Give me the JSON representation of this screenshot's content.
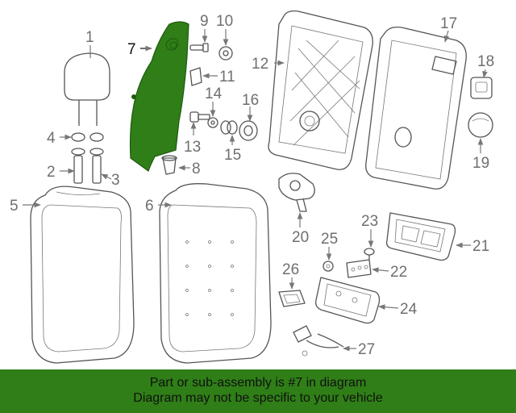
{
  "labels": {
    "n1": "1",
    "n2": "2",
    "n3": "3",
    "n4": "4",
    "n5": "5",
    "n6": "6",
    "n7": "7",
    "n8": "8",
    "n9": "9",
    "n10": "10",
    "n11": "11",
    "n12": "12",
    "n13": "13",
    "n14": "14",
    "n15": "15",
    "n16": "16",
    "n17": "17",
    "n18": "18",
    "n19": "19",
    "n20": "20",
    "n21": "21",
    "n22": "22",
    "n23": "23",
    "n24": "24",
    "n25": "25",
    "n26": "26",
    "n27": "27"
  },
  "banner": {
    "line1": "Part or sub-assembly is #7 in diagram",
    "line2": "Diagram may not be specific to your vehicle"
  },
  "colors": {
    "highlight": "#2f7e17",
    "banner_bg": "#2f7e17",
    "line": "#555555"
  }
}
